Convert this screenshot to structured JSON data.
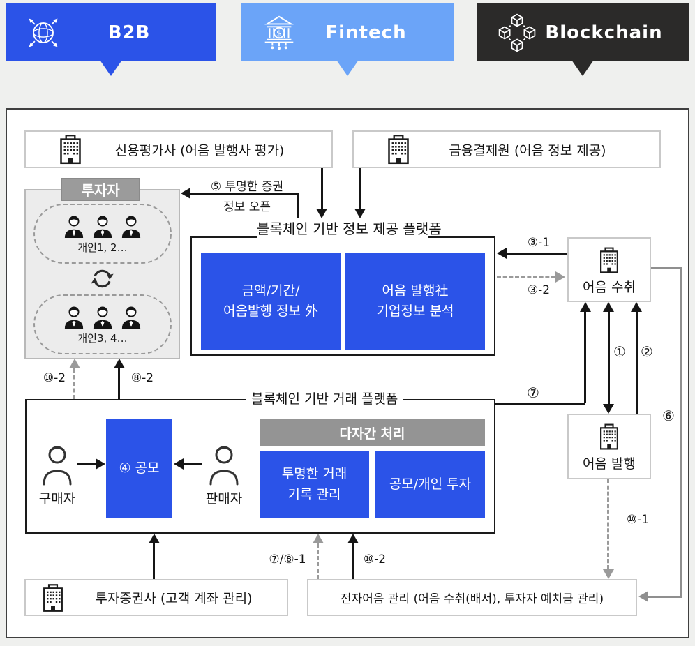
{
  "tabs": [
    {
      "label": "B2B",
      "color": "#2B53E8",
      "icon": "globe-network-icon"
    },
    {
      "label": "Fintech",
      "color": "#6BA4F8",
      "icon": "bank-icon"
    },
    {
      "label": "Blockchain",
      "color": "#2B2A29",
      "icon": "blockchain-cubes-icon"
    }
  ],
  "diagram": {
    "credit_rating_box": "신용평가사 (어음 발행사 평가)",
    "clearing_box": "금융결제원 (어음 정보 제공)",
    "investor": {
      "title": "투자자",
      "group1": "개인1, 2…",
      "group2": "개인3, 4…"
    },
    "info_platform": {
      "title": "블록체인 기반 정보 제공 플랫폼",
      "box1": "금액/기간/\n어음발행 정보 外",
      "box2": "어음 발행社\n기업정보 분석"
    },
    "trade_platform": {
      "title": "블록체인 기반 거래 플랫폼",
      "buyer": "구매자",
      "seller": "판매자",
      "offer_box": "④ 공모",
      "multiparty_bar": "다자간 처리",
      "box1": "투명한 거래\n기록 관리",
      "box2": "공모/개인 투자"
    },
    "bill_receive_box": "어음 수취",
    "bill_issue_box": "어음 발행",
    "securities_box": "투자증권사 (고객 계좌 관리)",
    "ebill_box": "전자어음 관리 (어음 수취(배서), 투자자 예치금 관리)",
    "flows": {
      "f1": "①",
      "f2": "②",
      "f3_1": "③-1",
      "f3_2": "③-2",
      "f5_line1": "⑤ 투명한 증권",
      "f5_line2": "정보 오픈",
      "f6": "⑥",
      "f7": "⑦",
      "f7_8_1": "⑦/⑧-1",
      "f8_2": "⑧-2",
      "f10_1": "⑩-1",
      "f10_2_investor": "⑩-2",
      "f10_2_bottom": "⑩-2"
    },
    "colors": {
      "accent_blue": "#2B53E8",
      "light_blue": "#6BA4F8",
      "dark": "#2B2A29",
      "gray_bar": "#949494",
      "dashed_gray": "#9A9A9A"
    }
  },
  "icons": {
    "dollar": "$"
  }
}
